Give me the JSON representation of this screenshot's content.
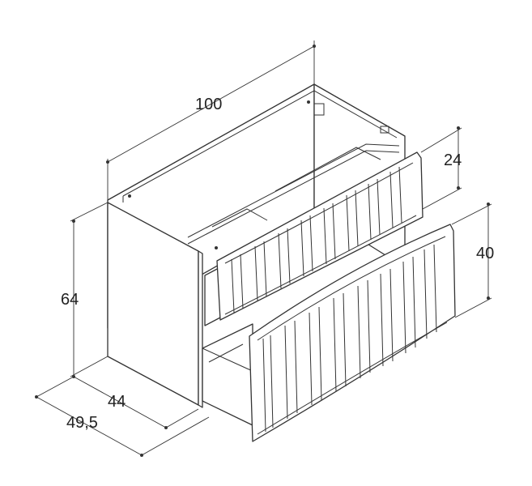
{
  "diagram": {
    "dimensions": {
      "width": "100",
      "height": "64",
      "depth": "44",
      "total_depth": "49,5",
      "top_drawer_height": "24",
      "bottom_drawer_height": "40"
    }
  }
}
